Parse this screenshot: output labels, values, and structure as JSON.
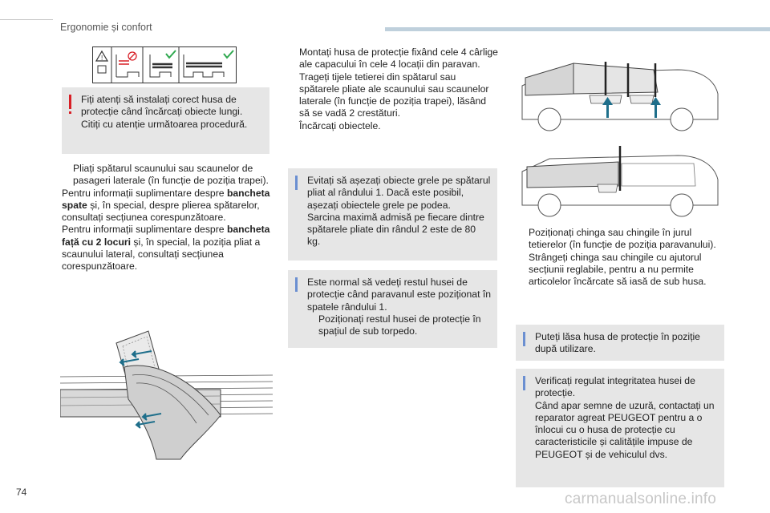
{
  "header": {
    "title": "Ergonomie și confort"
  },
  "warning_box": {
    "text": "Fiți atenți să instalați corect husa de protecție când încărcați obiecte lungi. Citiți cu atenție următoarea procedură."
  },
  "col1": {
    "bullet1": "Pliați spătarul scaunului sau scaunelor de pasageri laterale (în funcție de poziția trapei).",
    "p1_pre": "Pentru informații suplimentare despre",
    "p1_bold": "bancheta spate",
    "p1_post": "și, în special, despre plierea spătarelor, consultați secțiunea corespunzătoare.",
    "p2_pre": "Pentru informații suplimentare despre",
    "p2_bold": "bancheta față cu 2 locuri",
    "p2_post": "și, în special, la poziția pliat a scaunului lateral, consultați secțiunea corespunzătoare."
  },
  "col2": {
    "bullets": [
      "Montați husa de protecție fixând cele 4 cârlige ale capacului în cele 4 locații din paravan.",
      "Trageți tijele tetierei din spătarul sau spătarele pliate ale scaunului sau scaunelor laterale (în funcție de poziția trapei), lăsând să se vadă 2 crestături.",
      "Încărcați obiectele."
    ],
    "info1_lines": [
      "Evitați să așezați obiecte grele pe spătarul pliat al rândului 1. Dacă este posibil, așezați obiectele grele pe podea.",
      "Sarcina maximă admisă pe fiecare dintre spătarele pliate din rândul 2 este de 80 kg."
    ],
    "info2_text": "Este normal să vedeți restul husei de protecție când paravanul este poziționat în spatele rândului 1.",
    "info2_bullet": "Poziționați restul husei de protecție în spațiul de sub torpedo."
  },
  "col3": {
    "bullets": [
      "Poziționați chinga sau chingile în jurul tetierelor (în funcție de poziția paravanului).",
      "Strângeți chinga sau chingile cu ajutorul secțiunii reglabile, pentru a nu permite articolelor încărcate să iasă de sub husa."
    ],
    "info3": "Puteți lăsa husa de protecție în poziție după utilizare.",
    "info4_lines": [
      "Verificați regulat integritatea husei de protecție.",
      "Când apar semne de uzură, contactați un reparator agreat PEUGEOT pentru a o înlocui cu o husa de protecție cu caracteristicile și calitățile impuse de PEUGEOT și de vehiculul dvs."
    ]
  },
  "bullet_marker": "",
  "page_number": "74",
  "watermark": "carmanualsonline.info",
  "colors": {
    "warning_bar": "#d81f26",
    "info_bar": "#6b8fd1",
    "box_bg": "#e6e6e6",
    "arrow": "#1f6f8b"
  }
}
